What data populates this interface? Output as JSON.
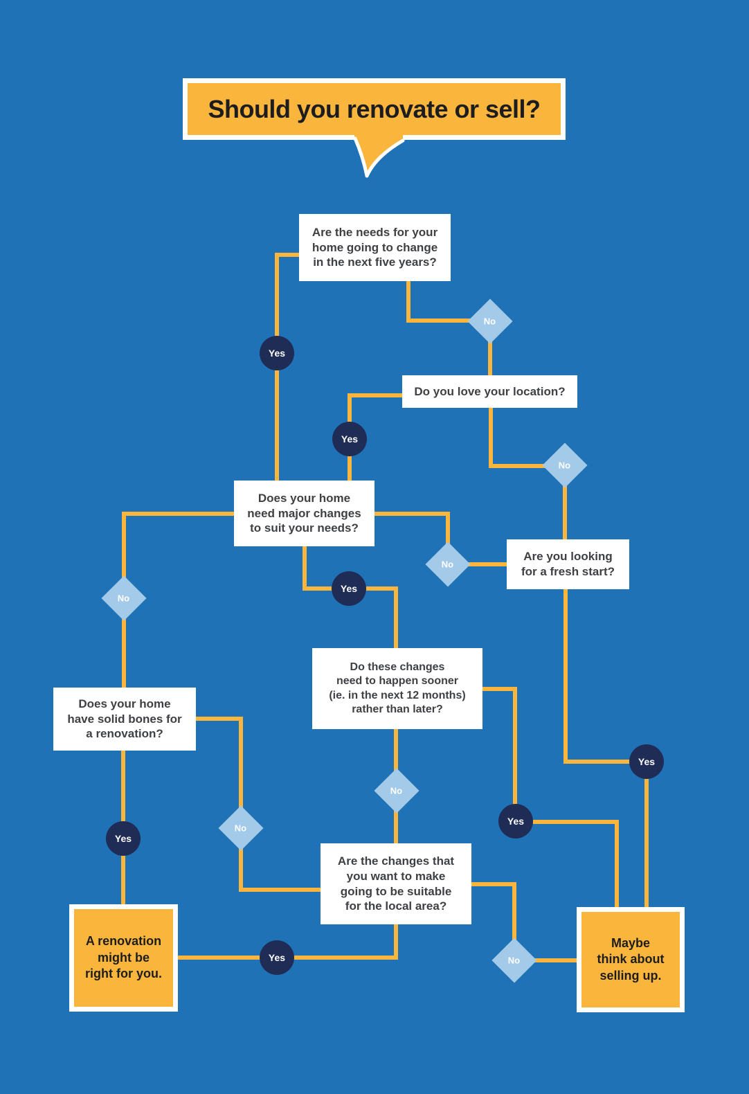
{
  "title": "Should you renovate or sell?",
  "markers": {
    "yes": "Yes",
    "no": "No"
  },
  "nodes": {
    "q1": {
      "text": "Are the needs for your\nhome going to change\nin the next five years?"
    },
    "q2": {
      "text": "Do you love your location?"
    },
    "q3": {
      "text": "Does your home\nneed major changes\nto suit your needs?"
    },
    "q4": {
      "text": "Are you looking\nfor a fresh start?"
    },
    "q5": {
      "text": "Do these changes\nneed to happen sooner\n(ie. in the next 12 months)\nrather than later?"
    },
    "q6": {
      "text": "Does your home\nhave solid bones for\na renovation?"
    },
    "q7": {
      "text": "Are the changes that\nyou want to make\ngoing to be suitable\nfor the local area?"
    }
  },
  "results": {
    "renovate": {
      "text": "A renovation\nmight be\nright for you."
    },
    "sell": {
      "text": "Maybe\nthink about\nselling up."
    }
  },
  "colors": {
    "background": "#2072B6",
    "connector_line": "#FAB53C",
    "yes_marker": "#1F2C56",
    "no_marker": "#A4CAE9",
    "question_box": "#FFFFFF",
    "result_fill": "#FAB53C",
    "question_text": "#3E4043",
    "title_text": "#1D1D1F"
  }
}
